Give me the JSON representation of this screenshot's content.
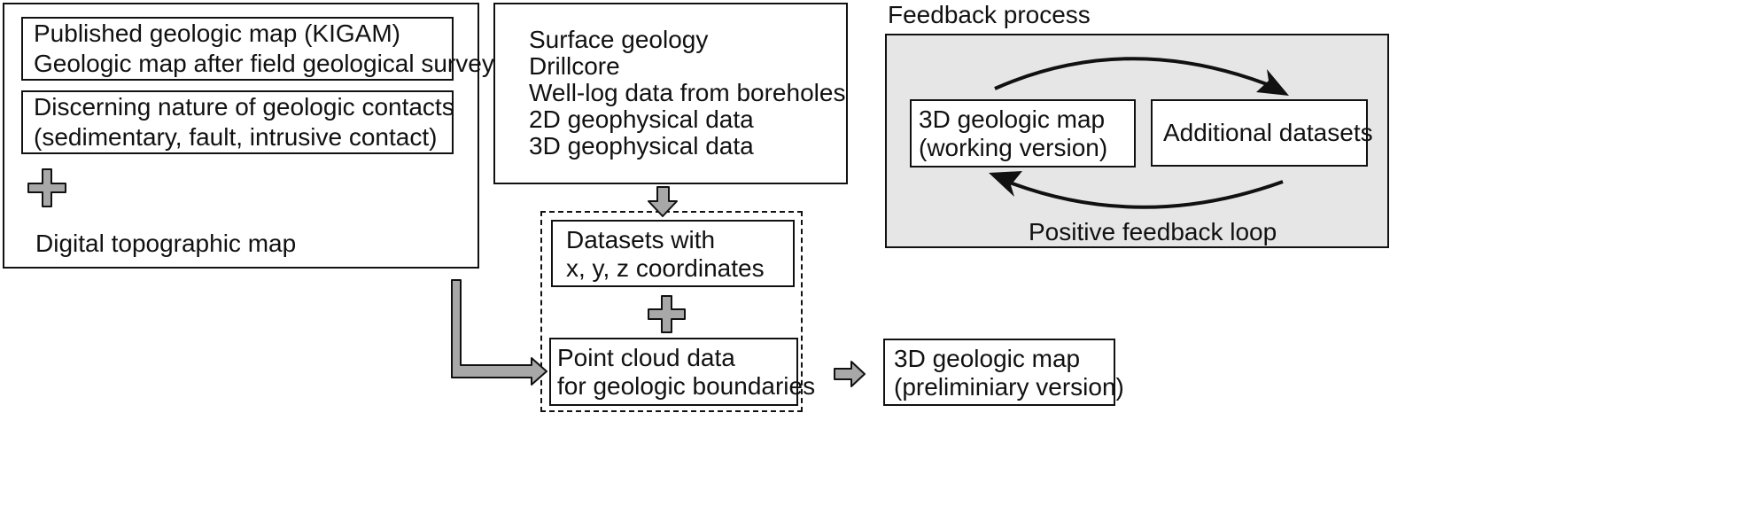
{
  "left_panel": {
    "map_box_lines": [
      "Published geologic map (KIGAM)",
      "Geologic map after field geological survey"
    ],
    "contacts_box_lines": [
      "Discerning nature of geologic contacts",
      "(sedimentary, fault, intrusive contact)"
    ],
    "topographic_map": "Digital topographic map"
  },
  "data_sources": {
    "lines": [
      "Surface geology",
      "Drillcore",
      "Well-log data from boreholes",
      "2D geophysical data",
      "3D geophysical data"
    ]
  },
  "processing": {
    "datasets_lines": [
      "Datasets with",
      "x, y, z coordinates"
    ],
    "point_cloud_lines": [
      "Point cloud data",
      "for geologic boundaries"
    ]
  },
  "output": {
    "preliminary_lines": [
      "3D geologic map",
      "(preliminiary version)"
    ]
  },
  "feedback": {
    "title": "Feedback process",
    "working_map_lines": [
      "3D geologic map",
      "(working version)"
    ],
    "additional_datasets": "Additional datasets",
    "loop_label": "Positive feedback loop"
  },
  "colors": {
    "arrow_fill": "#a8a8a8",
    "panel_fill": "#e6e6e6",
    "stroke": "#111111"
  }
}
